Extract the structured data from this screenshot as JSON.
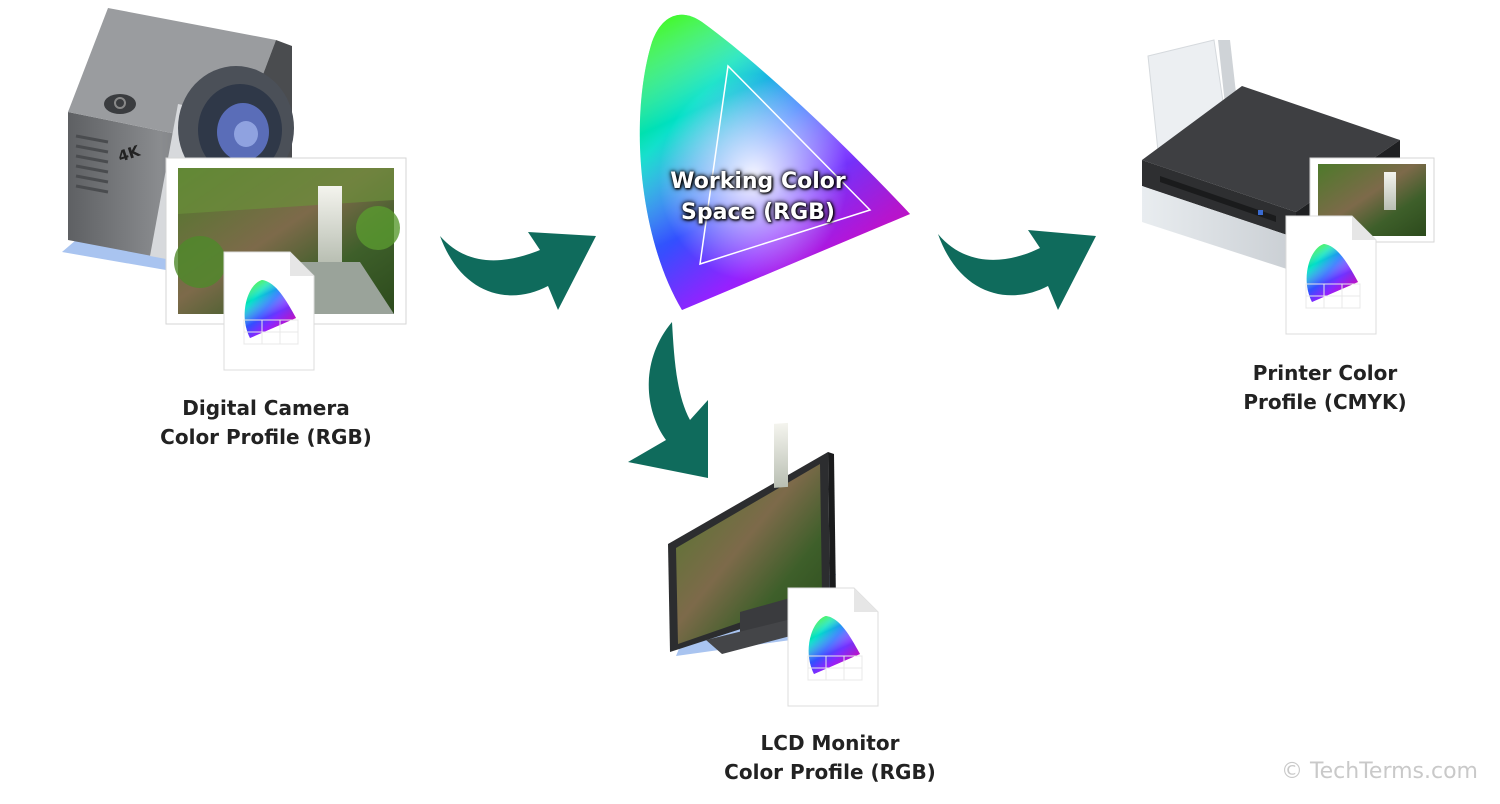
{
  "nodes": {
    "camera": {
      "line1": "Digital Camera",
      "line2": "Color Profile (RGB)"
    },
    "working_space": {
      "line1": "Working Color",
      "line2": "Space (RGB)"
    },
    "printer": {
      "line1": "Printer Color",
      "line2": "Profile (CMYK)"
    },
    "monitor": {
      "line1": "LCD Monitor",
      "line2": "Color Profile (RGB)"
    }
  },
  "icons": [
    "camera-icon",
    "photo-icon",
    "color-profile-file-icon",
    "chromaticity-gamut-icon",
    "printer-icon",
    "monitor-icon",
    "arrow-icon"
  ],
  "colors": {
    "arrow": "#0f6b5c",
    "label_text": "#222222",
    "watermark": "#c9c9c9"
  },
  "watermark": "© TechTerms.com"
}
